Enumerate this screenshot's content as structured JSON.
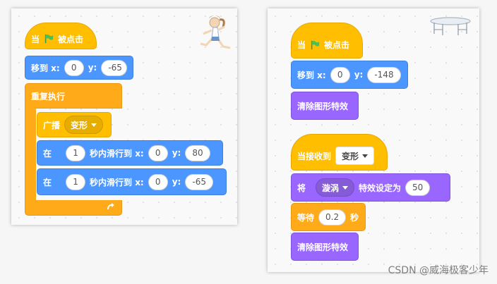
{
  "left_script": {
    "when_flag_clicked": "当 被点击",
    "when_label_a": "当",
    "when_label_b": "被点击",
    "goto": {
      "label": "移到 x:",
      "x": "0",
      "y_label": "y:",
      "y": "-65"
    },
    "repeat_label": "重复执行",
    "broadcast": {
      "label": "广播",
      "message": "变形"
    },
    "glide1": {
      "prefix": "在",
      "secs": "1",
      "mid": "秒内滑行到 x:",
      "x": "0",
      "y_label": "y:",
      "y": "80"
    },
    "glide2": {
      "prefix": "在",
      "secs": "1",
      "mid": "秒内滑行到 x:",
      "x": "0",
      "y_label": "y:",
      "y": "-65"
    }
  },
  "right_script_top": {
    "when_label_a": "当",
    "when_label_b": "被点击",
    "goto": {
      "label": "移到 x:",
      "x": "0",
      "y_label": "y:",
      "y": "-148"
    },
    "clear_effects": "清除图形特效"
  },
  "right_script_bottom": {
    "receive": {
      "label": "当接收到",
      "message": "变形"
    },
    "set_effect": {
      "prefix": "将",
      "effect": "漩涡",
      "mid": "特效设定为",
      "value": "50"
    },
    "wait": {
      "label": "等待",
      "value": "0.2",
      "suffix": "秒"
    },
    "clear_effects": "清除图形特效"
  },
  "watermark": "CSDN @威海极客少年",
  "colors": {
    "events": "#ffbf00",
    "control": "#ffab19",
    "motion": "#4c97ff",
    "looks": "#9966ff",
    "flag": "#4cbf56"
  },
  "icons": [
    "green-flag-icon",
    "repeat-arrow-icon",
    "dropdown-icon",
    "sprite-runner-icon",
    "sprite-trampoline-icon"
  ]
}
